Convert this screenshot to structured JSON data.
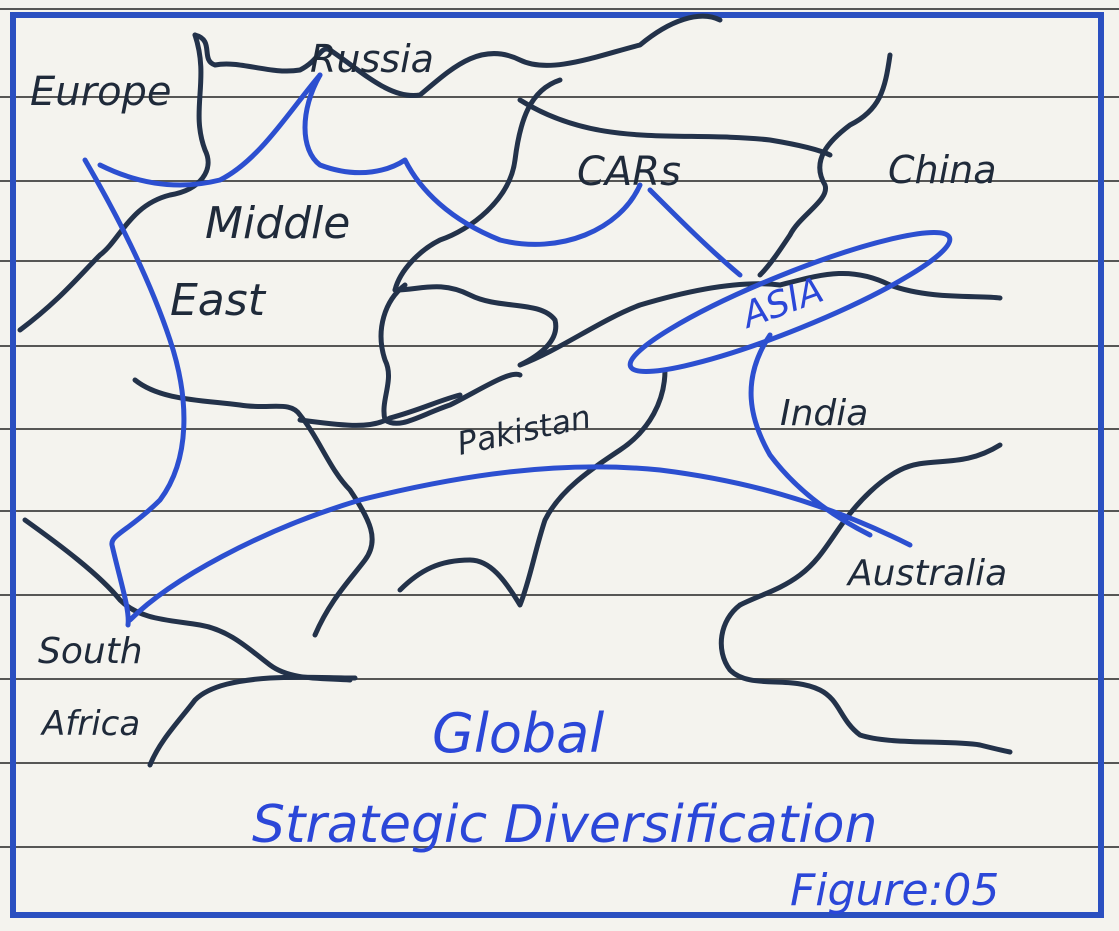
{
  "labels": {
    "europe": "Europe",
    "russia": "Russia",
    "middle_east_line1": "Middle",
    "middle_east_line2": "East",
    "cars": "CARs",
    "china": "China",
    "asia": "ASIA",
    "pakistan": "Pakistan",
    "india": "India",
    "australia": "Australia",
    "south_africa_line1": "South",
    "south_africa_line2": "Africa"
  },
  "caption": {
    "line1": "Global",
    "line2": "Strategic Diversification",
    "figure": "Figure:05"
  },
  "colors": {
    "ink_blue": "#2c4fd0",
    "ink_black": "#23324a",
    "paper": "#f4f3ee",
    "rule": "#3a3a3a"
  }
}
